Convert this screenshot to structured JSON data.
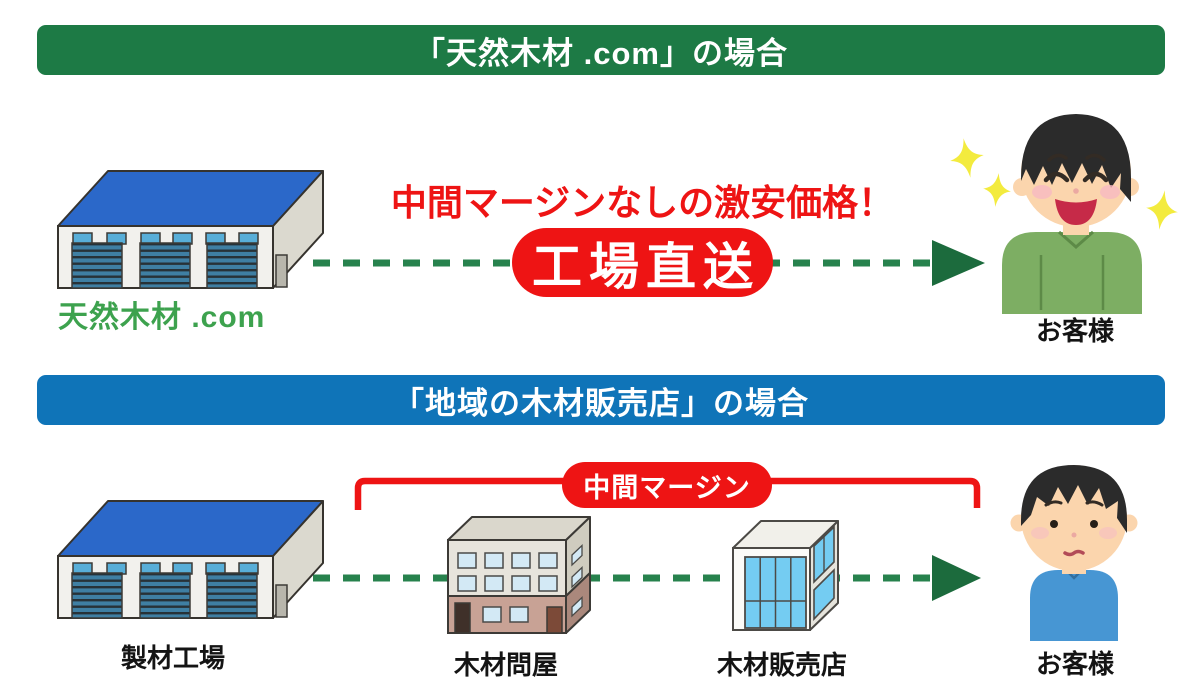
{
  "top_section": {
    "banner_label": "「天然木材 .com」の場合",
    "factory_logo": "天然木材 .com",
    "headline": "中間マージンなしの激安価格！",
    "direct_badge_label": "工場直送",
    "customer_label": "お客様"
  },
  "bottom_section": {
    "banner_label": "「地域の木材販売店」の場合",
    "margin_badge_label": "中間マージン",
    "factory_label": "製材工場",
    "wholesaler_label": "木材問屋",
    "retailer_label": "木材販売店",
    "customer_label": "お客様"
  },
  "colors": {
    "top_banner_green": "#1d7a45",
    "bottom_banner_blue": "#0f74b8",
    "accent_red": "#ee1414",
    "logo_green": "#3da24e",
    "dash_green": "#27824d",
    "arrowhead_green": "#1c6b3d",
    "factory_roof_blue": "#2b68c9"
  }
}
